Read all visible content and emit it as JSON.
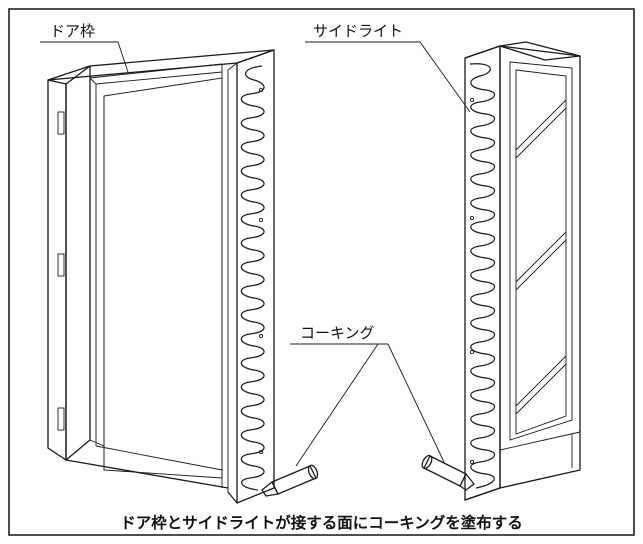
{
  "labels": {
    "door_frame": "ドア枠",
    "sidelight": "サイドライト",
    "caulking": "コーキング"
  },
  "caption": "ドア枠とサイドライトが接する面にコーキングを塗布する",
  "colors": {
    "line": "#1a1a1a",
    "background": "#ffffff",
    "border": "#222222"
  }
}
